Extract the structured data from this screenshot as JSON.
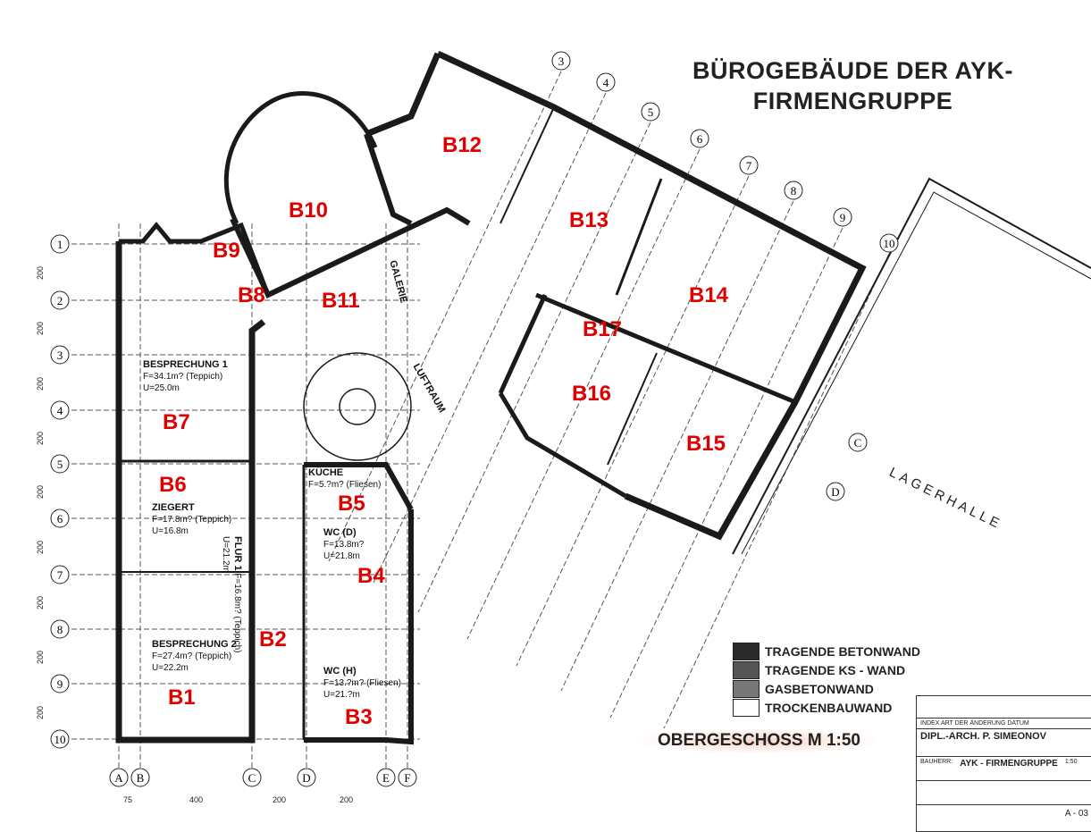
{
  "title": {
    "line1": "BÜROGEBÄUDE DER AYK-",
    "line2": "FIRMENGRUPPE"
  },
  "scale_label": "OBERGESCHOSS M 1:50",
  "building_label": "LAGERHALLE",
  "room_markers": [
    "B1",
    "B2",
    "B3",
    "B4",
    "B5",
    "B6",
    "B7",
    "B8",
    "B9",
    "B10",
    "B11",
    "B12",
    "B13",
    "B14",
    "B15",
    "B16",
    "B17"
  ],
  "rooms": [
    {
      "name": "BESPRECHUNG 1",
      "area": "F=34.1m? (Teppich)",
      "perimeter": "U=25.0m"
    },
    {
      "name": "ZIEGERT",
      "area": "F=17.8m? (Teppich)",
      "perimeter": "U=16.8m"
    },
    {
      "name": "BESPRECHUNG 2",
      "area": "F=27.4m? (Teppich)",
      "perimeter": "U=22.2m"
    },
    {
      "name": "FLUR 1",
      "area": "F=16.8m? (Teppich)",
      "perimeter": "U=21.2m"
    },
    {
      "name": "KÜCHE",
      "area": "F=5.?m? (Fliesen)",
      "perimeter": ""
    },
    {
      "name": "WC (D)",
      "area": "F=13.8m?",
      "perimeter": "U=21.8m"
    },
    {
      "name": "WC (H)",
      "area": "F=13.?m? (Fliesen)",
      "perimeter": "U=21.?m"
    },
    {
      "name": "LUFTRAUM",
      "area": "",
      "perimeter": ""
    },
    {
      "name": "GALERIE",
      "area": "",
      "perimeter": ""
    }
  ],
  "legend": [
    {
      "label": "TRAGENDE BETONWAND",
      "color": "#2a2a2a"
    },
    {
      "label": "TRAGENDE KS - WAND",
      "color": "#555555"
    },
    {
      "label": "GASBETONWAND",
      "color": "#777777"
    },
    {
      "label": "TROCKENBAUWAND",
      "color": "#ffffff"
    }
  ],
  "grid_rows": [
    "1",
    "2",
    "3",
    "4",
    "5",
    "6",
    "7",
    "8",
    "9",
    "10"
  ],
  "grid_cols": [
    "A",
    "B",
    "C",
    "D",
    "E",
    "F"
  ],
  "wing_cols": [
    "3",
    "4",
    "5",
    "6",
    "7",
    "8",
    "9",
    "10"
  ],
  "dimensions": {
    "bottom": [
      "75",
      "400",
      "200",
      "200"
    ],
    "left": [
      "200",
      "200",
      "200",
      "200",
      "200",
      "200",
      "200",
      "200",
      "200"
    ]
  },
  "title_block": {
    "header": "INDEX   ART DER ÄNDERUNG   DATUM",
    "architect": "DIPL.-ARCH. P. SIMEONOV",
    "client_label": "BAUHERR:",
    "client": "AYK - FIRMENGRUPPE",
    "scale": "1:50",
    "sheet": "A - 03"
  },
  "colors": {
    "marker": "#e00000",
    "wall": "#1a1a1a"
  }
}
